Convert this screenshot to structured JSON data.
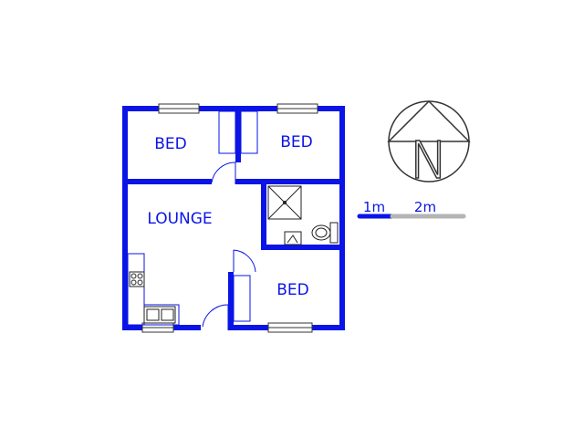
{
  "rooms": {
    "bed_top_left": "BED",
    "bed_top_right": "BED",
    "lounge": "LOUNGE",
    "bed_bottom": "BED"
  },
  "scale": {
    "first": "1m",
    "second": "2m"
  },
  "compass": {
    "letter": "N"
  },
  "colors": {
    "walls": "#0a14e6",
    "scale_grey": "#b4b4b4",
    "fixtures": "#222222"
  }
}
